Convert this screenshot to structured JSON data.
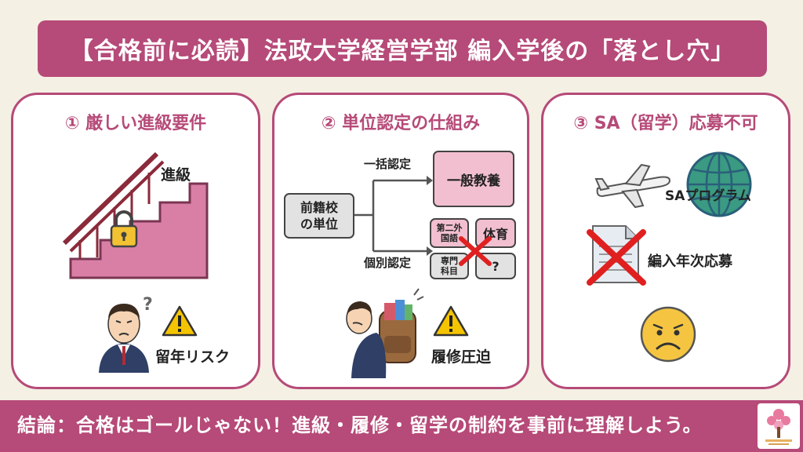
{
  "title": "【合格前に必読】法政大学経営学部 編入学後の「落とし穴」",
  "cards": [
    {
      "title": "① 厳しい進級要件",
      "stairs_label": "進級",
      "risk_label": "留年リスク"
    },
    {
      "title": "② 単位認定の仕組み",
      "source_label": "前籍校の単位",
      "branch_top_label": "一括認定",
      "branch_bottom_label": "個別認定",
      "general_box": "一般教養",
      "second_lang_box": "第二外国語",
      "pe_box": "体育",
      "major_box": "専門科目",
      "unknown_box": "?",
      "pressure_label": "履修圧迫"
    },
    {
      "title": "③ SA（留学）応募不可",
      "program_label": "SAプログラム",
      "apply_label": "編入年次応募"
    }
  ],
  "conclusion": "結論：合格はゴールじゃない！進級・履修・留学の制約を事前に理解しよう。",
  "colors": {
    "accent": "#b64a78",
    "card_pink": "#f2bfd1",
    "background": "#f4f0e4",
    "cross": "#e02020",
    "warning": "#f5c400"
  },
  "icons": [
    "stairs-icon",
    "lock-icon",
    "worried-student-icon",
    "warning-icon",
    "arrow-icon",
    "cross-icon",
    "burdened-student-icon",
    "airplane-icon",
    "globe-icon",
    "document-icon",
    "sad-face-icon",
    "logo-icon"
  ]
}
